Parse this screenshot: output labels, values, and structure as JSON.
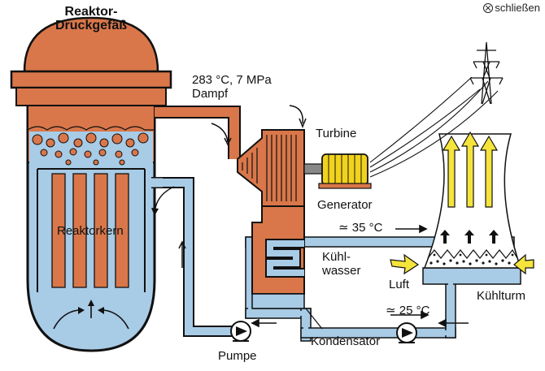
{
  "close_label": "schließen",
  "labels": {
    "vessel": [
      "Reaktor-",
      "Druckgefäß"
    ],
    "steam": [
      "283 °C, 7 MPa",
      "Dampf"
    ],
    "turbine": "Turbine",
    "generator": "Generator",
    "core": "Reaktorkern",
    "temp_hot": "≃ 35 °C",
    "cooling_water": [
      "Kühl-",
      "wasser"
    ],
    "air": "Luft",
    "cooling_tower": "Kühlturm",
    "temp_cold": "≃ 25 °C",
    "condenser": "Kondensator",
    "pump": "Pumpe"
  },
  "colors": {
    "steam": "#d9774a",
    "water": "#a8cbe6",
    "outline": "#111111",
    "generator": "#f2d31c",
    "air_arrow": "#f5e43c"
  }
}
